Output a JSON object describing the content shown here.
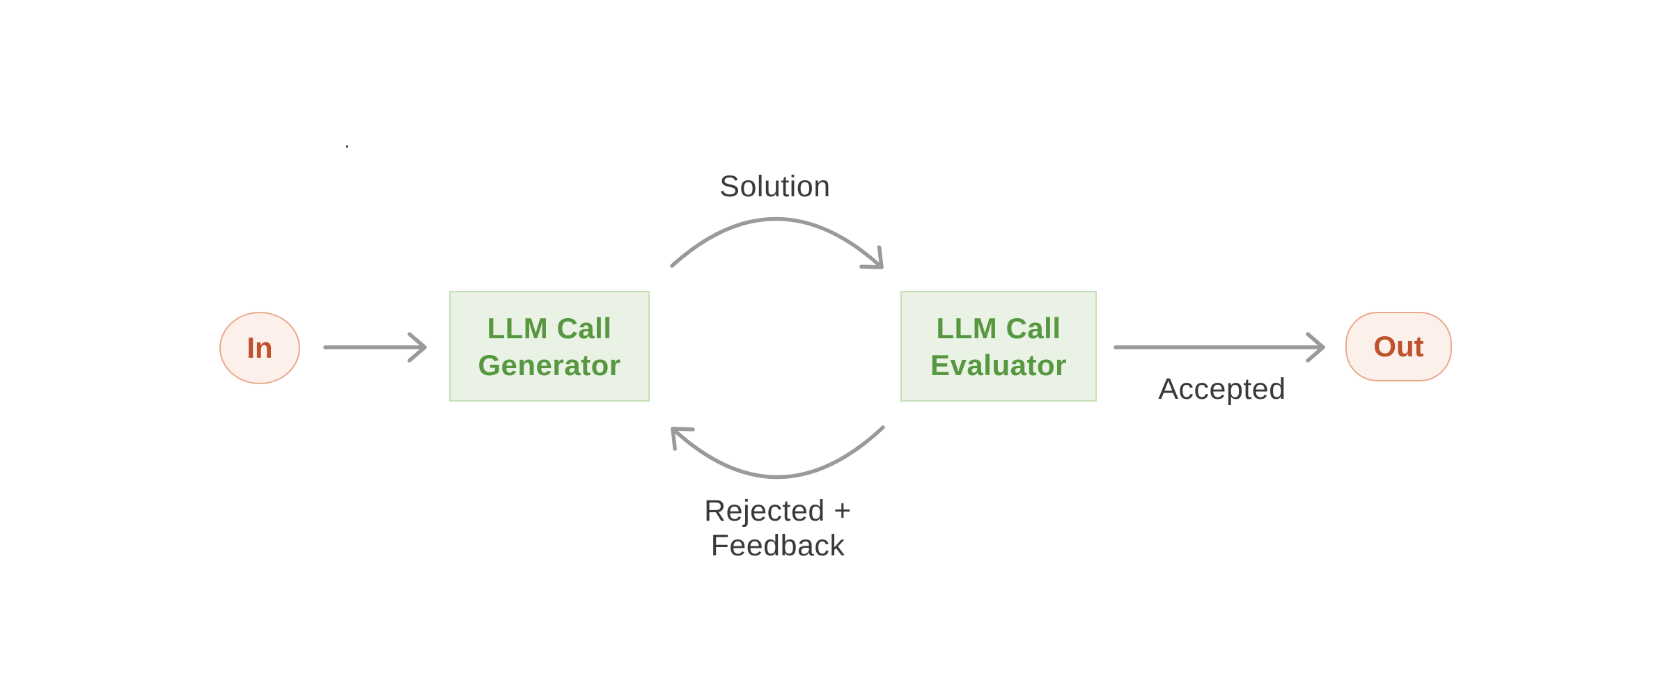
{
  "diagram": {
    "nodes": {
      "in": {
        "label": "In"
      },
      "generator": {
        "line1": "LLM Call",
        "line2": "Generator"
      },
      "evaluator": {
        "line1": "LLM Call",
        "line2": "Evaluator"
      },
      "out": {
        "label": "Out"
      }
    },
    "edges": {
      "solution": {
        "label": "Solution"
      },
      "accepted": {
        "label": "Accepted"
      },
      "rejected": {
        "line1": "Rejected +",
        "line2": "Feedback"
      }
    },
    "colors": {
      "background": "#ffffff",
      "box_fill": "#e9f2e4",
      "box_border": "#c6deba",
      "box_text": "#569740",
      "pill_fill": "#fcf0eb",
      "pill_border": "#e9a88d",
      "pill_text": "#bf512d",
      "arrow_gray": "#9a9a98",
      "label_text": "#3b3a38"
    }
  }
}
